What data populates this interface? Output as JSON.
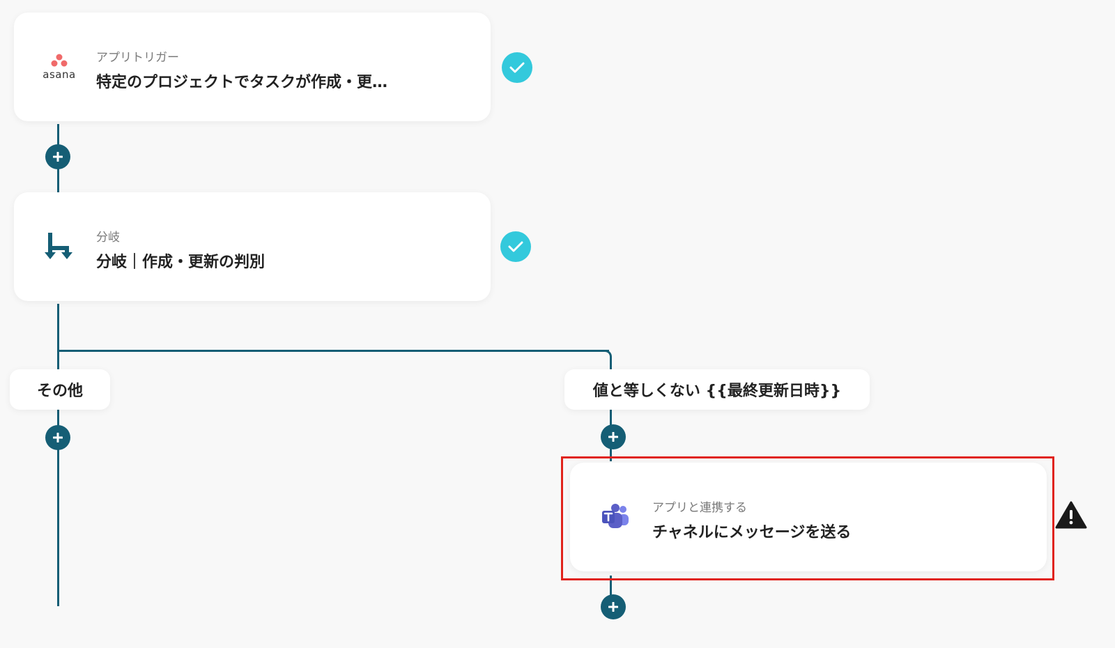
{
  "trigger_card": {
    "category": "アプリトリガー",
    "title": "特定のプロジェクトでタスクが作成・更…",
    "icon": "asana-logo",
    "logo_text": "asana"
  },
  "branch_card": {
    "category": "分岐",
    "title": "分岐｜作成・更新の判別",
    "icon": "branch-icon"
  },
  "branches": {
    "left_label": "その他",
    "right_label": "値と等しくない {{最終更新日時}}"
  },
  "action_card": {
    "category": "アプリと連携する",
    "title": "チャネルにメッセージを送る",
    "icon": "teams-logo"
  },
  "colors": {
    "line": "#155e75",
    "check": "#33c9dc",
    "highlight": "#e0231b",
    "asana": "#f06a6a",
    "teams": "#5b5fc7"
  }
}
